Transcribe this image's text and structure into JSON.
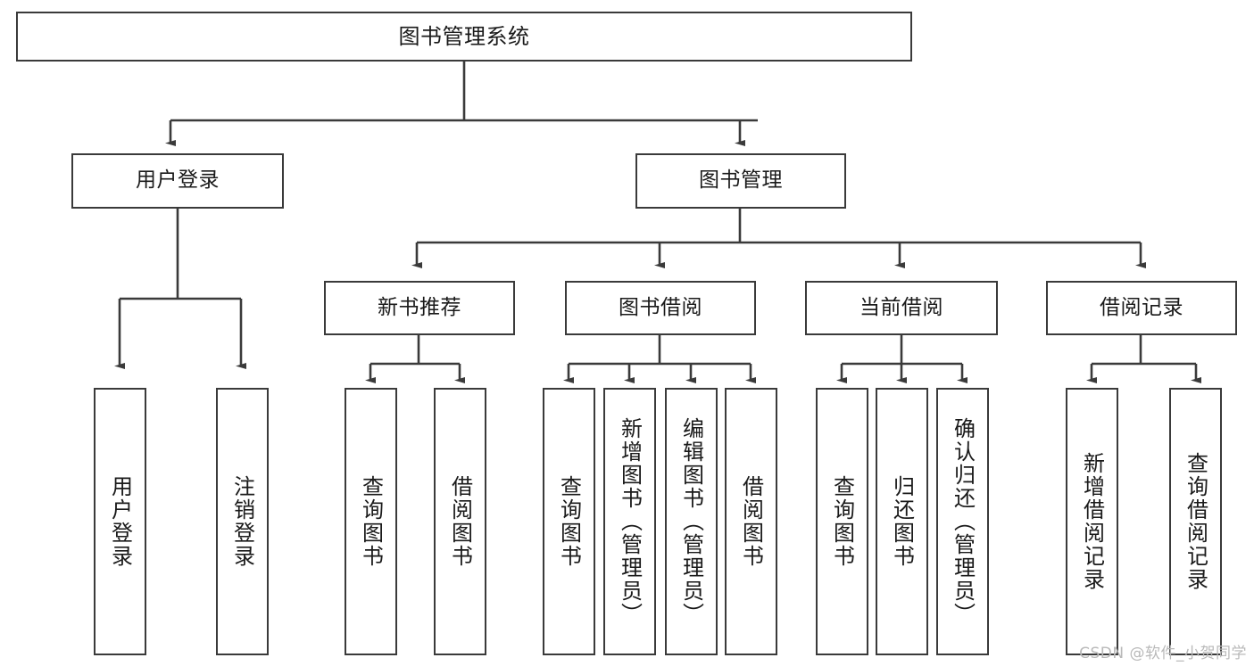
{
  "diagram": {
    "title": "图书管理系统",
    "type": "tree-hierarchy-chart",
    "watermark": "CSDN @软件_小贺同学",
    "colors": {
      "stroke": "#3a3a3a",
      "fill": "#ffffff",
      "text": "#1a1a1a",
      "watermark": "#b9b9b9"
    },
    "nodes": {
      "root": {
        "label": "图书管理系统"
      },
      "level2": [
        {
          "id": "user-login",
          "label": "用户登录"
        },
        {
          "id": "book-manage",
          "label": "图书管理"
        }
      ],
      "level3": [
        {
          "id": "new-book-recommend",
          "label": "新书推荐"
        },
        {
          "id": "book-borrow",
          "label": "图书借阅"
        },
        {
          "id": "current-borrow",
          "label": "当前借阅"
        },
        {
          "id": "borrow-record",
          "label": "借阅记录"
        }
      ],
      "leaves": {
        "user_login": [
          {
            "id": "leaf-user-login",
            "label": "用户登录"
          },
          {
            "id": "leaf-logout-login",
            "label": "注销登录"
          }
        ],
        "new_book_recommend": [
          {
            "id": "leaf-query-book-1",
            "label": "查询图书"
          },
          {
            "id": "leaf-borrow-book-1",
            "label": "借阅图书"
          }
        ],
        "book_borrow": [
          {
            "id": "leaf-query-book-2",
            "label": "查询图书"
          },
          {
            "id": "leaf-add-book",
            "label": "新增图书（管理员）"
          },
          {
            "id": "leaf-edit-book",
            "label": "编辑图书（管理员）"
          },
          {
            "id": "leaf-borrow-book-2",
            "label": "借阅图书"
          }
        ],
        "current_borrow": [
          {
            "id": "leaf-query-book-3",
            "label": "查询图书"
          },
          {
            "id": "leaf-return-book",
            "label": "归还图书"
          },
          {
            "id": "leaf-confirm-return",
            "label": "确认归还（管理员）"
          }
        ],
        "borrow_record": [
          {
            "id": "leaf-add-record",
            "label": "新增借阅记录"
          },
          {
            "id": "leaf-query-record",
            "label": "查询借阅记录"
          }
        ]
      }
    }
  }
}
